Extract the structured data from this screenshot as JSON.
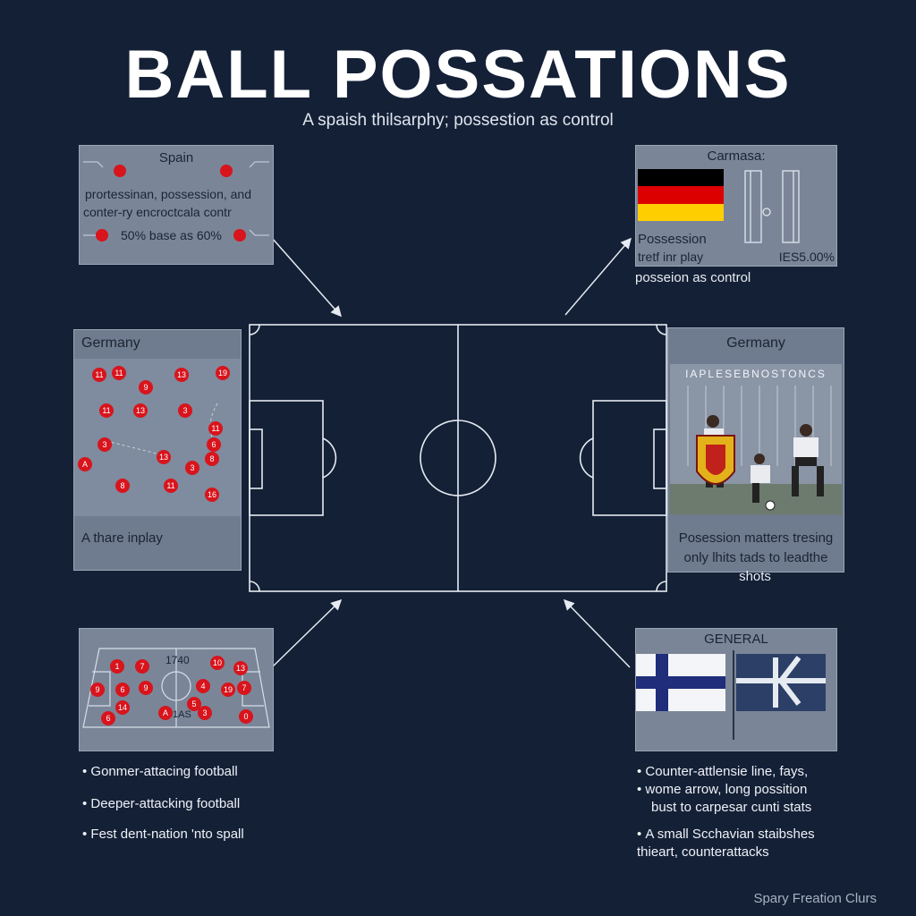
{
  "header": {
    "title": "BALL POSSATIONS",
    "subtitle": "A spaish thilsarphy; possestion as control"
  },
  "panel_spain": {
    "title": "Spain",
    "text_line1": "prortessinan, possession, and",
    "text_line2": "conter-ry encroctcala contr",
    "stat": "50% base as 60%"
  },
  "panel_carmasa": {
    "title": "Carmasa:",
    "label": "Possession",
    "sub": "tretf inr play",
    "value": "IES5.00%",
    "caption": "posseion as control"
  },
  "panel_germany_left": {
    "title": "Germany",
    "numbers": [
      "11",
      "11",
      "13",
      "19",
      "9",
      "11",
      "13",
      "3",
      "11",
      "3",
      "6",
      "13",
      "8",
      "A",
      "3",
      "8",
      "11",
      "16"
    ],
    "caption": "A thare inplay"
  },
  "panel_germany_right": {
    "title": "Germany",
    "banner": "IAPLESEBNOSTONCS",
    "caption_line1": "Posession matters tresing",
    "caption_line2": "only lhits tads to leadthe",
    "caption_line3": "shots"
  },
  "panel_mini_pitch": {
    "label_top": "1740",
    "label_bottom": "1AS",
    "numbers": [
      "1",
      "7",
      "10",
      "13",
      "9",
      "6",
      "9",
      "4",
      "19",
      "7",
      "5",
      "14",
      "6",
      "A",
      "3",
      "0"
    ]
  },
  "panel_general": {
    "title": "GENERAL"
  },
  "bullets_left": [
    "Gonmer-attacing football",
    "Deeper-attacking football",
    "Fest dent-nation 'nto spall"
  ],
  "bullets_right": [
    "Counter-attlensie line, fays,",
    "wome arrow, long possition",
    "bust to carpesar cunti stats",
    "A small Scchavian staibshes",
    "thieart, counterattacks"
  ],
  "footer": "Spary Freation Clurs",
  "colors": {
    "background": "#142036",
    "panel": "#7a8698",
    "player_dot": "#d8141c",
    "pitch_line": "#e6ebf2",
    "germany_flag": [
      "#000000",
      "#dd0000",
      "#ffce00"
    ],
    "nordic_cross_blue": "#1f2d7a",
    "dark_flag_blue": "#2c3f66"
  }
}
